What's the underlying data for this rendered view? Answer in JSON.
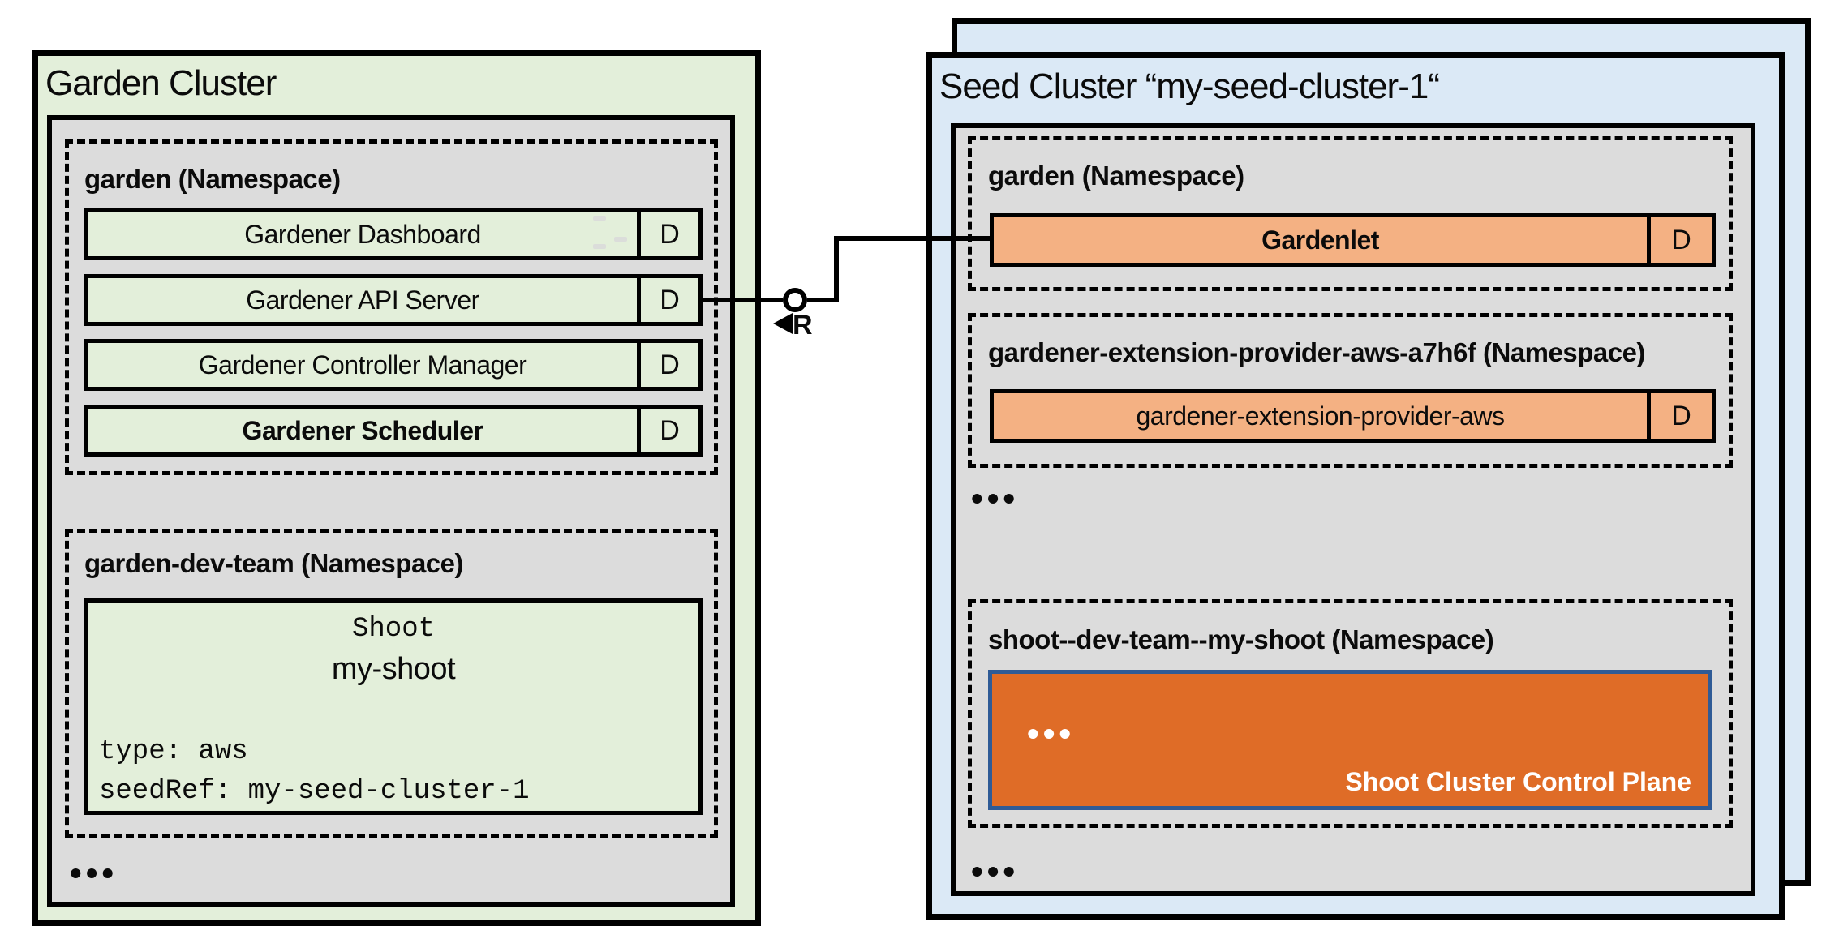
{
  "garden_cluster": {
    "title": "Garden Cluster",
    "garden_namespace": {
      "label": "garden (Namespace)",
      "components": [
        {
          "name": "Gardener Dashboard",
          "badge": "D"
        },
        {
          "name": "Gardener API Server",
          "badge": "D"
        },
        {
          "name": "Gardener Controller Manager",
          "badge": "D"
        },
        {
          "name": "Gardener Scheduler",
          "badge": "D"
        }
      ]
    },
    "dev_namespace": {
      "label": "garden-dev-team (Namespace)",
      "shoot_resource": {
        "kind": "Shoot",
        "name": "my-shoot",
        "spec_lines": [
          "type: aws",
          "seedRef: my-seed-cluster-1"
        ]
      }
    },
    "more_ellipsis": "•••"
  },
  "seed_cluster": {
    "title": "Seed Cluster “my-seed-cluster-1“",
    "garden_namespace": {
      "label": "garden (Namespace)",
      "component": {
        "name": "Gardenlet",
        "badge": "D"
      }
    },
    "extension_namespace": {
      "label": "gardener-extension-provider-aws-a7h6f (Namespace)",
      "component": {
        "name": "gardener-extension-provider-aws",
        "badge": "D"
      }
    },
    "more_namespaces_ellipsis": "•••",
    "shoot_namespace": {
      "label": "shoot--dev-team--my-shoot (Namespace)",
      "control_plane": {
        "contents_ellipsis": "•••",
        "label": "Shoot Cluster Control Plane"
      }
    },
    "more_bottom_ellipsis": "•••"
  },
  "connector": {
    "interface_label": "R"
  },
  "colors": {
    "cluster_green": "#e3efda",
    "cluster_blue": "#dbe9f6",
    "inner_gray": "#dcdcdc",
    "component_orange": "#f4b183",
    "control_plane_orange": "#df6c27",
    "control_plane_border_blue": "#2f5b96",
    "line_black": "#000000"
  }
}
